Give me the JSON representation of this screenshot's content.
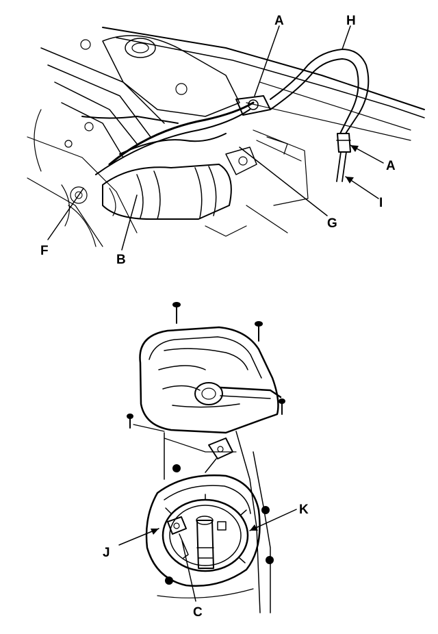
{
  "diagram": {
    "labels": {
      "A_top": "A",
      "H": "H",
      "A_side": "A",
      "I": "I",
      "G": "G",
      "F": "F",
      "B": "B",
      "J": "J",
      "K": "K",
      "C": "C"
    }
  },
  "colors": {
    "ink": "#000000",
    "paper": "#ffffff"
  }
}
